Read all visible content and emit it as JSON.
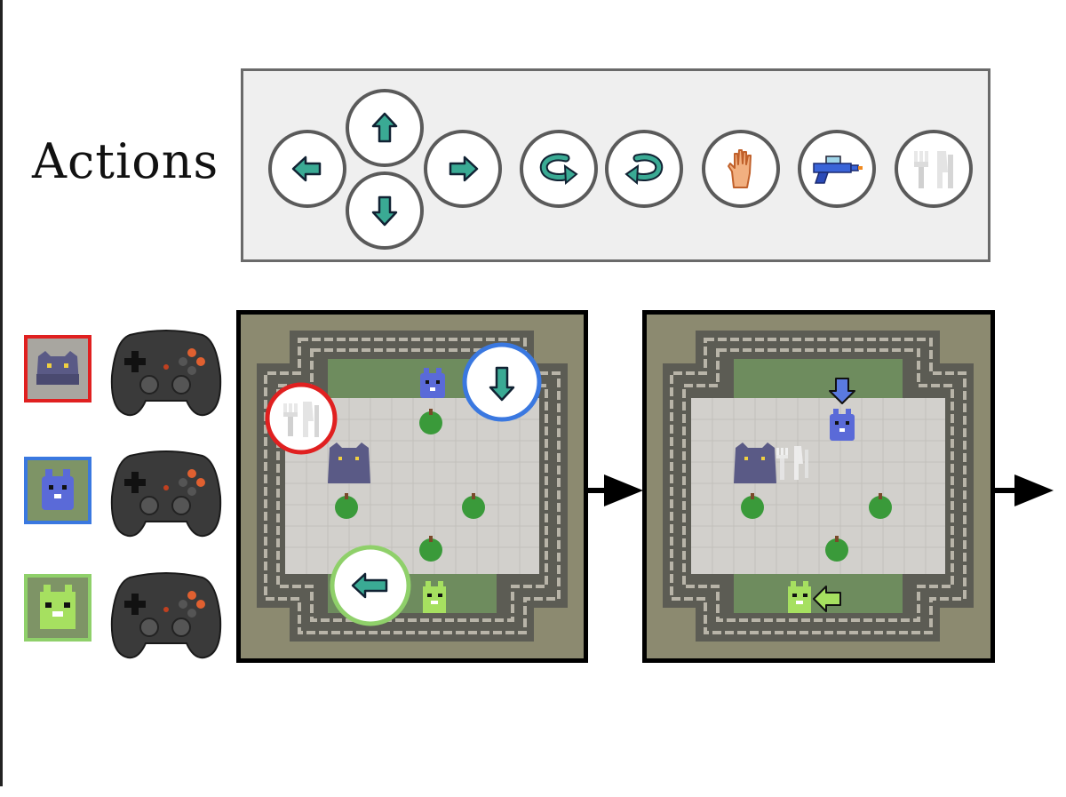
{
  "title": "Actions",
  "actions": [
    {
      "id": "move-left",
      "icon": "arrow-left-icon"
    },
    {
      "id": "move-up",
      "icon": "arrow-up-icon"
    },
    {
      "id": "move-down",
      "icon": "arrow-down-icon"
    },
    {
      "id": "move-right",
      "icon": "arrow-right-icon"
    },
    {
      "id": "turn-left",
      "icon": "rotate-left-icon"
    },
    {
      "id": "turn-right",
      "icon": "rotate-right-icon"
    },
    {
      "id": "interact",
      "icon": "hand-icon"
    },
    {
      "id": "zap",
      "icon": "water-gun-icon"
    },
    {
      "id": "eat",
      "icon": "fork-knife-icon"
    }
  ],
  "agents": [
    {
      "id": "agent-purple",
      "border_color": "#e02020",
      "body_color": "#5a5a8a",
      "controller": "gamepad-icon"
    },
    {
      "id": "agent-blue",
      "border_color": "#3a78e0",
      "body_color": "#5a6ad8",
      "controller": "gamepad-icon"
    },
    {
      "id": "agent-green",
      "border_color": "#8fd06a",
      "body_color": "#a6e060",
      "controller": "gamepad-icon"
    }
  ],
  "colors": {
    "accent_teal": "#3aaa94",
    "wall": "#8c8a70",
    "floor": "#d2d0cc",
    "grass": "#6e8c5e",
    "apple": "#3a9a3a"
  },
  "frames": [
    {
      "id": "step-1",
      "chosen_actions": [
        "eat",
        "move-down",
        "move-left"
      ]
    },
    {
      "id": "step-2",
      "chosen_actions": []
    }
  ]
}
